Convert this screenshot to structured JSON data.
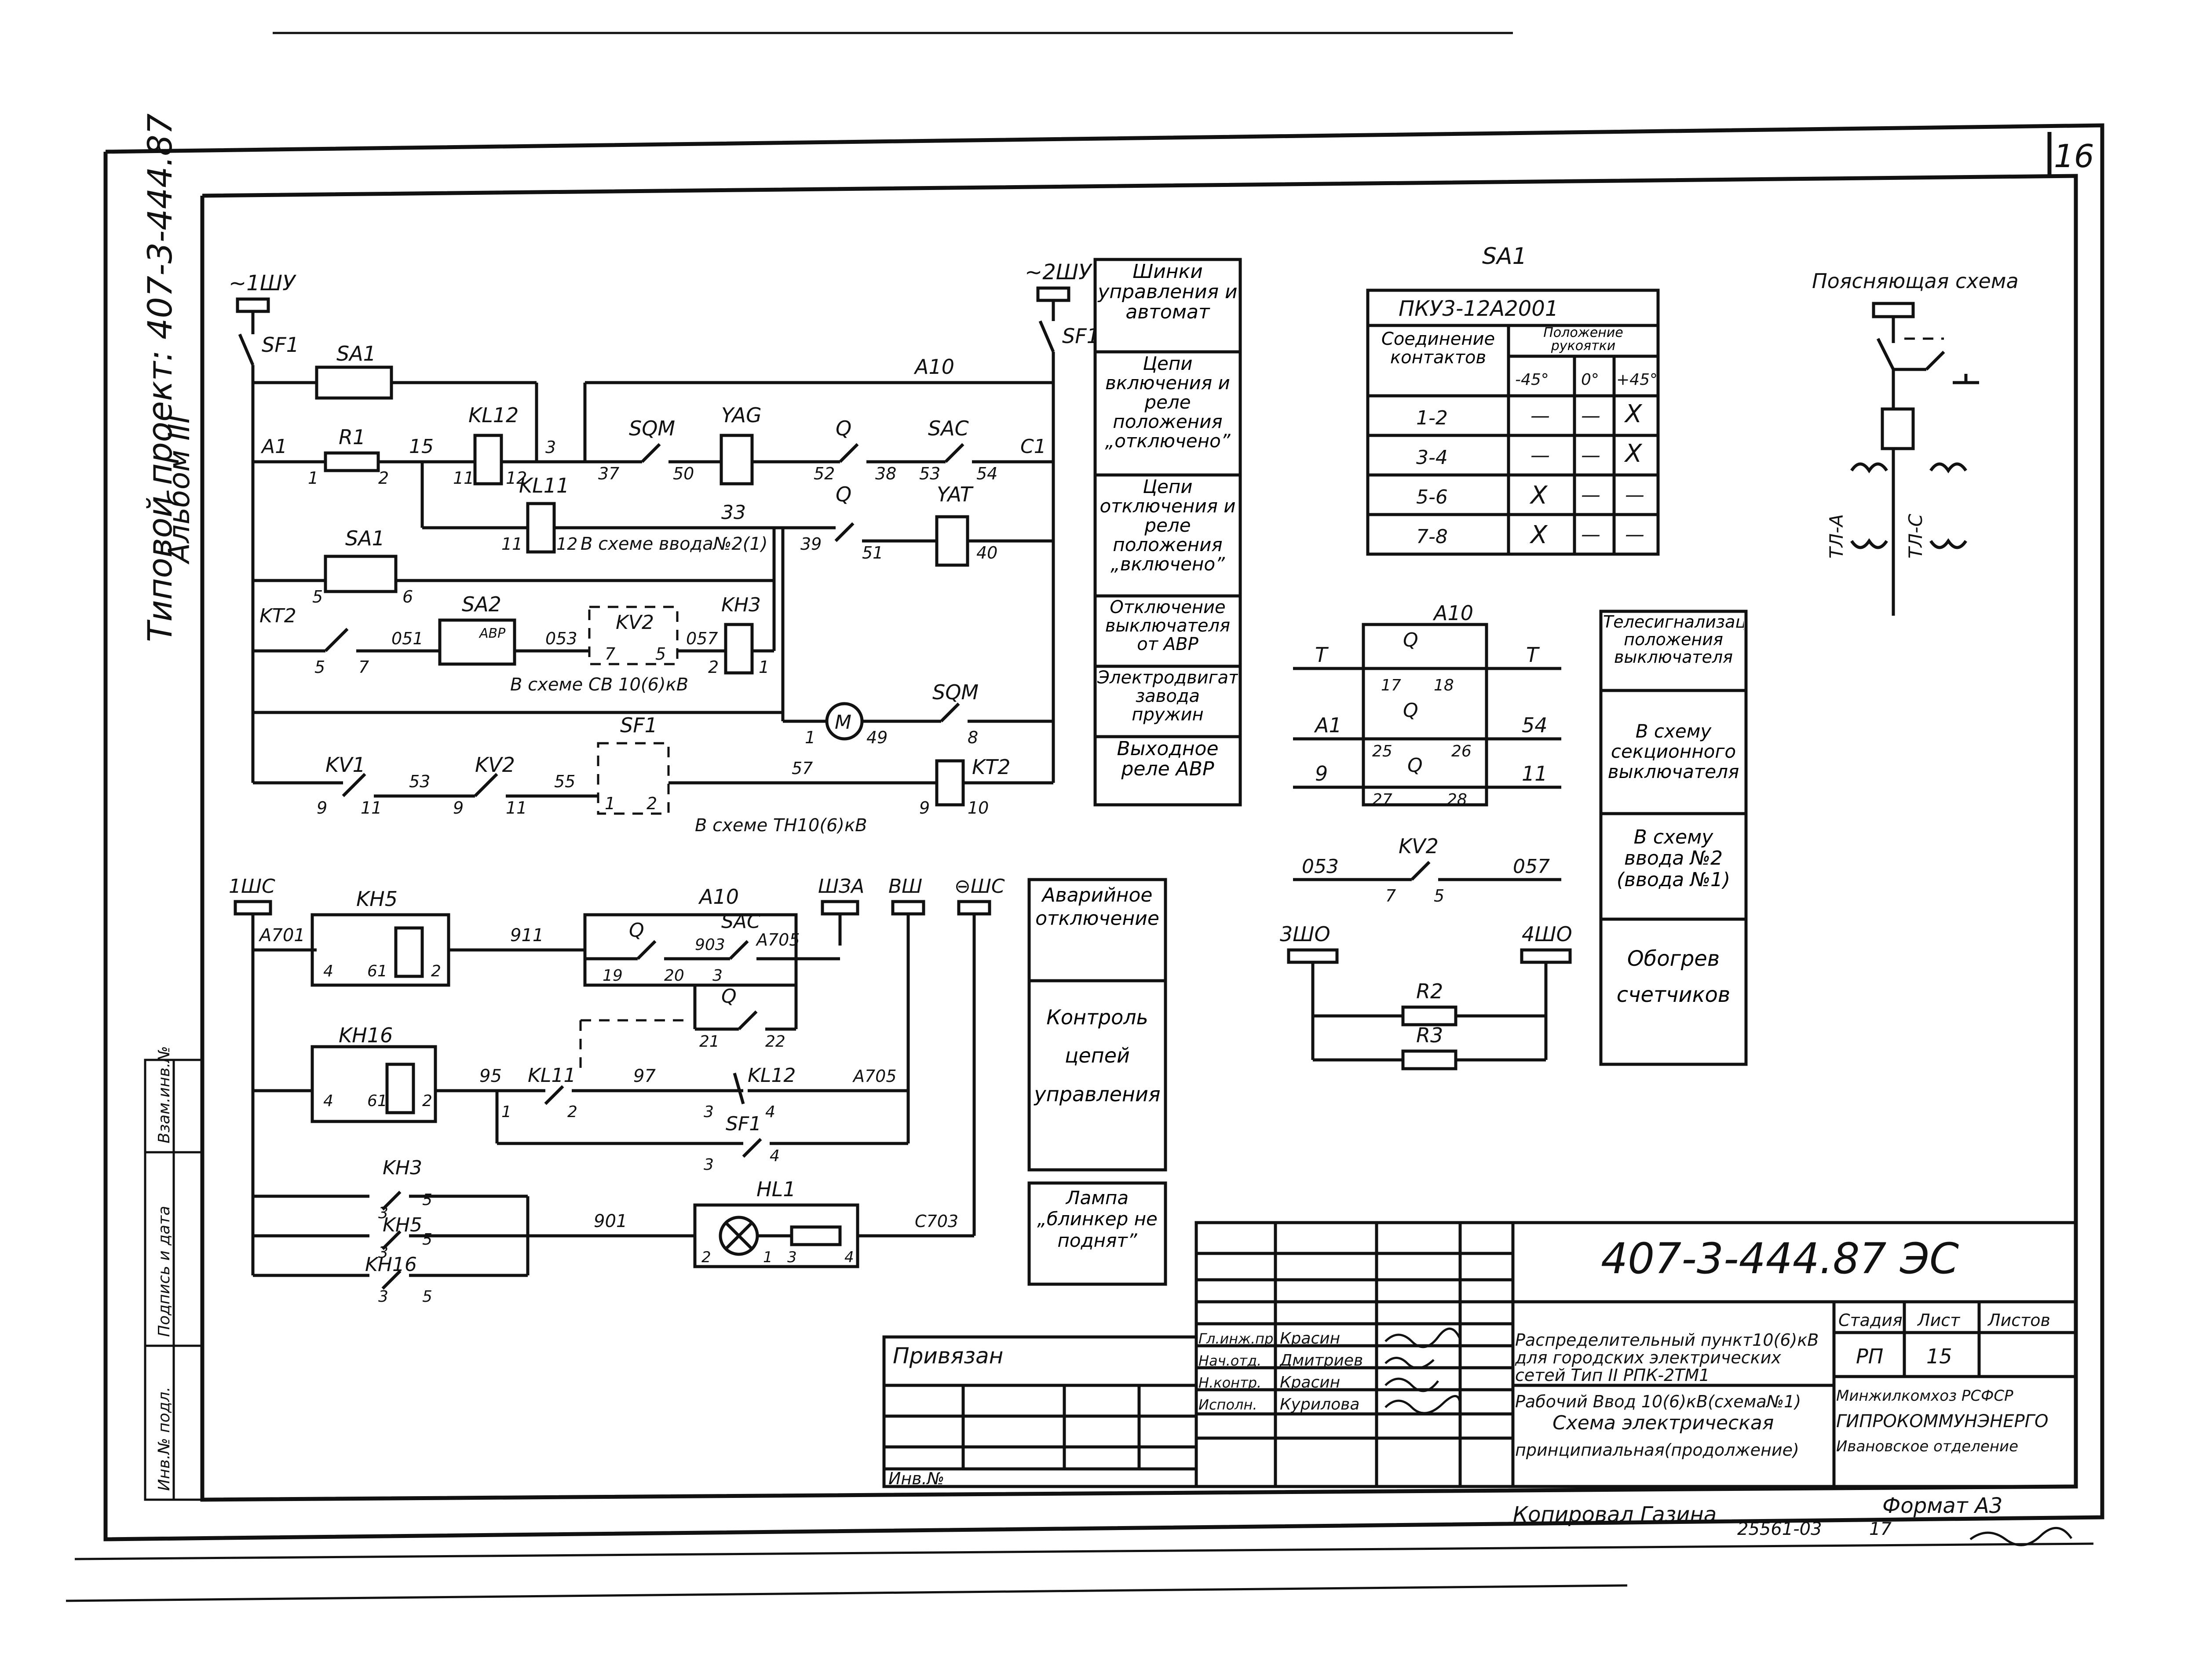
{
  "sheet_number": "16",
  "project_designation": "Типовой проект: 407-3-444.87",
  "album": "Альбом III",
  "top_schematic": {
    "bus_left": "~1ШУ",
    "bus_right": "~2ШУ",
    "breaker_left": "SF1",
    "breaker_right": "SF1",
    "sa1_top": "SA1",
    "sa1_mid": "SA1",
    "sa2": "SA2",
    "abr": "АВР",
    "r1": "R1",
    "kl12": "KL12",
    "kl11": "KL11",
    "a10": "A10",
    "sqm_top": "SQM",
    "sqm_motor": "SQM",
    "yag": "YAG",
    "yat": "YAT",
    "q1": "Q",
    "q2": "Q",
    "sac": "SAC",
    "kt2_contact": "KT2",
    "kt2_coil": "KT2",
    "kv2": "KV2",
    "kv1": "KV1",
    "kv2b": "KV2",
    "kh3": "KH3",
    "motor": "M",
    "sf1_box": "SF1",
    "note_vvod": "В схеме ввода№2(1)",
    "note_sv": "В схеме СВ 10(6)кВ",
    "note_tn": "В схеме ТН10(6)кВ",
    "wire_labels": [
      "A1",
      "1",
      "2",
      "15",
      "11",
      "12",
      "3",
      "37",
      "50",
      "52",
      "38",
      "53",
      "54",
      "C1",
      "33",
      "11",
      "12",
      "39",
      "51",
      "40",
      "5",
      "6",
      "5",
      "7",
      "051",
      "053",
      "057",
      "2",
      "1",
      "7",
      "5",
      "1",
      "49",
      "8",
      "9",
      "11",
      "53",
      "9",
      "11",
      "55",
      "1",
      "2",
      "57",
      "9",
      "10"
    ]
  },
  "top_legend": [
    "Шинки управления и автомат",
    "Цепи включения и реле положения „отключено”",
    "Цепи отключения и реле положения „включено”",
    "Отключение выключателя от АВР",
    "Электродвигатель завода пружин",
    "Выходное реле АВР"
  ],
  "sa1_table": {
    "title": "SA1",
    "switch_type": "ПКУ3-12А2001",
    "col_connection": "Соединение контактов",
    "col_position": "Положение рукоятки",
    "angles": [
      "-45°",
      "0°",
      "+45°"
    ],
    "rows": [
      {
        "contacts": "1-2",
        "marks": [
          "—",
          "—",
          "X"
        ]
      },
      {
        "contacts": "3-4",
        "marks": [
          "—",
          "—",
          "X"
        ]
      },
      {
        "contacts": "5-6",
        "marks": [
          "X",
          "—",
          "—"
        ]
      },
      {
        "contacts": "7-8",
        "marks": [
          "X",
          "—",
          "—"
        ]
      }
    ]
  },
  "explanatory": {
    "title": "Поясняющая схема",
    "ta_a": "ТЛ-А",
    "ta_c": "ТЛ-С"
  },
  "right_block": {
    "a10": "A10",
    "q_top": "Q",
    "q_mid": "Q",
    "q_bot": "Q",
    "t_left": "T",
    "t_right": "T",
    "a1": "A1",
    "w54": "54",
    "w9": "9",
    "w11": "11",
    "n17": "17",
    "n18": "18",
    "n25": "25",
    "n26": "26",
    "n27": "27",
    "n28": "28",
    "kv2": "KV2",
    "w053": "053",
    "w057": "057",
    "n7": "7",
    "n5": "5",
    "bus3": "3ШО",
    "bus4": "4ШО",
    "r2": "R2",
    "r3": "R3"
  },
  "right_legend": [
    "Телесигнализация положения выключателя",
    "В схему секционного выключателя",
    "В схему ввода №2 (ввода №1)",
    "Обогрев счетчиков"
  ],
  "bottom_schematic": {
    "bus_1shs": "1ШС",
    "bus_sha": "ШЗА",
    "bus_vsh": "ВШ",
    "bus_shs": "⊖ШС",
    "kh5": "KH5",
    "kh16": "KH16",
    "a10": "A10",
    "sac": "SAC",
    "q1": "Q",
    "q2": "Q",
    "kl11": "KL11",
    "kl12": "KL12",
    "sf1": "SF1",
    "kh3": "KH3",
    "kh5b": "KH5",
    "kh16b": "KH16",
    "hl1": "HL1",
    "wire_labels": [
      "A701",
      "4",
      "61",
      "2",
      "911",
      "19",
      "20",
      "903",
      "3",
      "A705",
      "21",
      "22",
      "4",
      "61",
      "2",
      "95",
      "1",
      "2",
      "97",
      "3",
      "4",
      "A705",
      "3",
      "4",
      "3",
      "5",
      "3",
      "5",
      "3",
      "5",
      "901",
      "2",
      "1",
      "3",
      "4",
      "C703"
    ]
  },
  "bottom_legend": [
    "Аварийное отключение",
    "Контроль цепей управления",
    "Лампа „блинкер не поднят”"
  ],
  "side_stamp": [
    "Взам.инв.№",
    "Подпись и дата",
    "Инв.№ подл."
  ],
  "title_block": {
    "code": "407-3-444.87",
    "mark": "ЭС",
    "privyazan": "Привязан",
    "inv": "Инв.№",
    "roles": [
      "Гл.инж.пр.",
      "Нач.отд.",
      "Н.контр.",
      "Исполн."
    ],
    "names": [
      "Красин",
      "Дмитриев",
      "Красин",
      "Курилова"
    ],
    "description": [
      "Распределительный пункт10(6)кВ",
      "для городских электрических",
      "сетей   Тип II РПК-2ТМ1",
      "Рабочий Ввод 10(6)кВ(схема№1)",
      "Схема электрическая",
      "принципиальная(продолжение)"
    ],
    "stage_header": "Стадия",
    "sheet_header": "Лист",
    "sheets_header": "Листов",
    "stage": "РП",
    "sheet": "15",
    "org": [
      "Минжилкомхоз РСФСР",
      "ГИПРОКОММУНЭНЕРГО",
      "Ивановское отделение"
    ]
  },
  "footer": {
    "copied": "Копировал  Газина",
    "format": "Формат А3",
    "order": "25561-03",
    "num": "17"
  }
}
